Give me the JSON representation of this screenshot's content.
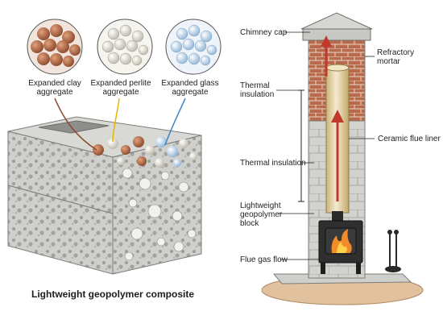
{
  "left_panel": {
    "aggregates": [
      {
        "label": "Expanded clay aggregate",
        "color": "#b5704a"
      },
      {
        "label": "Expanded perlite aggregate",
        "color": "#ece8dc"
      },
      {
        "label": "Expanded glass aggregate",
        "color": "#cfe1f2"
      }
    ],
    "caption": "Lightweight geopolymer composite"
  },
  "right_panel": {
    "labels": {
      "chimney_cap": "Chimney cap",
      "refractory_mortar": "Refractory mortar",
      "thermal_insulation_top": "Thermal insulation",
      "ceramic_flue_liner": "Ceramic flue liner",
      "thermal_insulation_mid": "Thermal insulation",
      "geopolymer_block": "Lightweight geopolymer block",
      "flue_gas_flow": "Flue gas flow"
    }
  },
  "colors": {
    "concrete": "#c9c9c6",
    "brick": "#b86a4c",
    "flow_arrow": "#c0392b",
    "flue_liner": "#e8d9a8"
  }
}
